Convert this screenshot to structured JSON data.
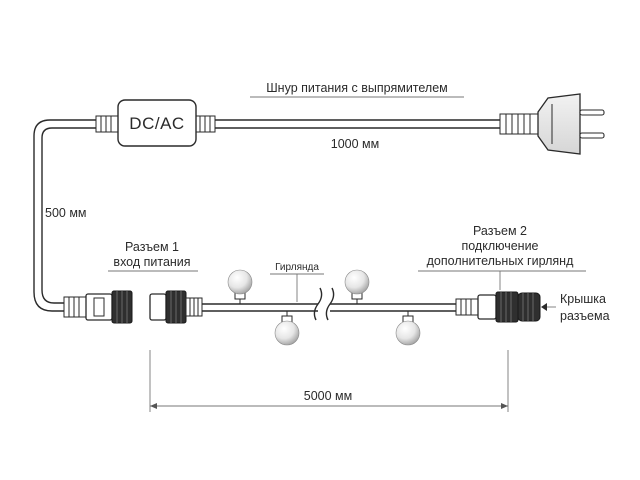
{
  "labels": {
    "power_cord": "Шнур питания с выпрямителем",
    "converter": "DC/AC",
    "cord_length": "1000 мм",
    "lead_length": "500 мм",
    "connector1_line1": "Разъем 1",
    "connector1_line2": "вход питания",
    "garland": "Гирлянда",
    "connector2_line1": "Разъем 2",
    "connector2_line2": "подключение",
    "connector2_line3": "дополнительных гирлянд",
    "cap_line1": "Крышка",
    "cap_line2": "разъема",
    "garland_length": "5000 мм"
  },
  "colors": {
    "line": "#2a2a2a",
    "text": "#2b2b2b",
    "bulb_light": "#ffffff",
    "bulb_dark": "#9a9a9a"
  }
}
